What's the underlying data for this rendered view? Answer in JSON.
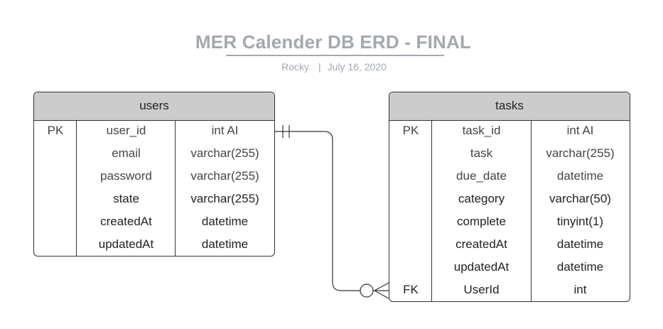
{
  "title": "MER Calender DB ERD - FINAL",
  "subtitle": {
    "author": "Rocky",
    "separator": "|",
    "date": "July 16, 2020"
  },
  "colors": {
    "title": "#a3a8b0",
    "header_bg": "#cccccc",
    "border": "#333333"
  },
  "entities": {
    "users": {
      "name": "users",
      "rows": [
        {
          "key": "PK",
          "name": "user_id",
          "type": "int AI"
        },
        {
          "key": "",
          "name": "email",
          "type": "varchar(255)"
        },
        {
          "key": "",
          "name": "password",
          "type": "varchar(255)"
        },
        {
          "key": "",
          "name": "state",
          "type": "varchar(255)"
        },
        {
          "key": "",
          "name": "createdAt",
          "type": "datetime"
        },
        {
          "key": "",
          "name": "updatedAt",
          "type": "datetime"
        }
      ]
    },
    "tasks": {
      "name": "tasks",
      "rows": [
        {
          "key": "PK",
          "name": "task_id",
          "type": "int AI"
        },
        {
          "key": "",
          "name": "task",
          "type": "varchar(255)"
        },
        {
          "key": "",
          "name": "due_date",
          "type": "datetime"
        },
        {
          "key": "",
          "name": "category",
          "type": "varchar(50)"
        },
        {
          "key": "",
          "name": "complete",
          "type": "tinyint(1)"
        },
        {
          "key": "",
          "name": "createdAt",
          "type": "datetime"
        },
        {
          "key": "",
          "name": "updatedAt",
          "type": "datetime"
        },
        {
          "key": "FK",
          "name": "UserId",
          "type": "int"
        }
      ]
    }
  },
  "relationship": {
    "from": "users.user_id",
    "to": "tasks.UserId",
    "from_cardinality": "one-and-only-one",
    "to_cardinality": "zero-or-many"
  }
}
